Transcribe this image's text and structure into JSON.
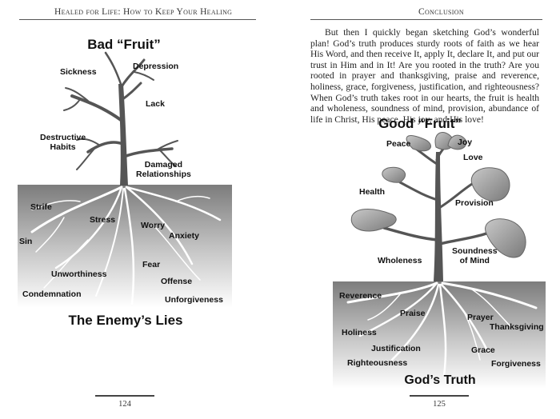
{
  "left_page": {
    "running_head": "Healed for Life: How to Keep Your Healing",
    "page_number": "124",
    "diagram": {
      "title": "Bad “Fruit”",
      "branch_labels": [
        "Sickness",
        "Depression",
        "Lack",
        "Destructive\nHabits",
        "Damaged\nRelationships"
      ],
      "root_labels": [
        "Strife",
        "Stress",
        "Worry",
        "Anxiety",
        "Sin",
        "Fear",
        "Unworthiness",
        "Offense",
        "Condemnation",
        "Unforgiveness"
      ],
      "caption": "The Enemy’s Lies"
    }
  },
  "right_page": {
    "running_head": "Conclusion",
    "page_number": "125",
    "body_text": "But then I quickly began sketching God’s wonderful plan! God’s truth produces sturdy roots of faith as we hear His Word, and then receive It, apply It, declare It, and put our trust in Him and in It! Are you rooted in the truth? Are you rooted in prayer and thanksgiving, praise and reverence, holiness, grace, forgiveness, justification, and righteousness? When God’s truth takes root in our hearts, the fruit is health and wholeness, soundness of mind, provision, abundance of life in Christ, His peace, His joy, and His love!",
    "diagram": {
      "title": "Good “Fruit”",
      "leaf_labels": [
        "Peace",
        "Joy",
        "Love",
        "Health",
        "Provision",
        "Wholeness",
        "Soundness\nof Mind"
      ],
      "root_labels": [
        "Reverence",
        "Praise",
        "Prayer",
        "Thanksgiving",
        "Holiness",
        "Justification",
        "Grace",
        "Righteousness",
        "Forgiveness"
      ],
      "caption": "God’s Truth"
    }
  }
}
